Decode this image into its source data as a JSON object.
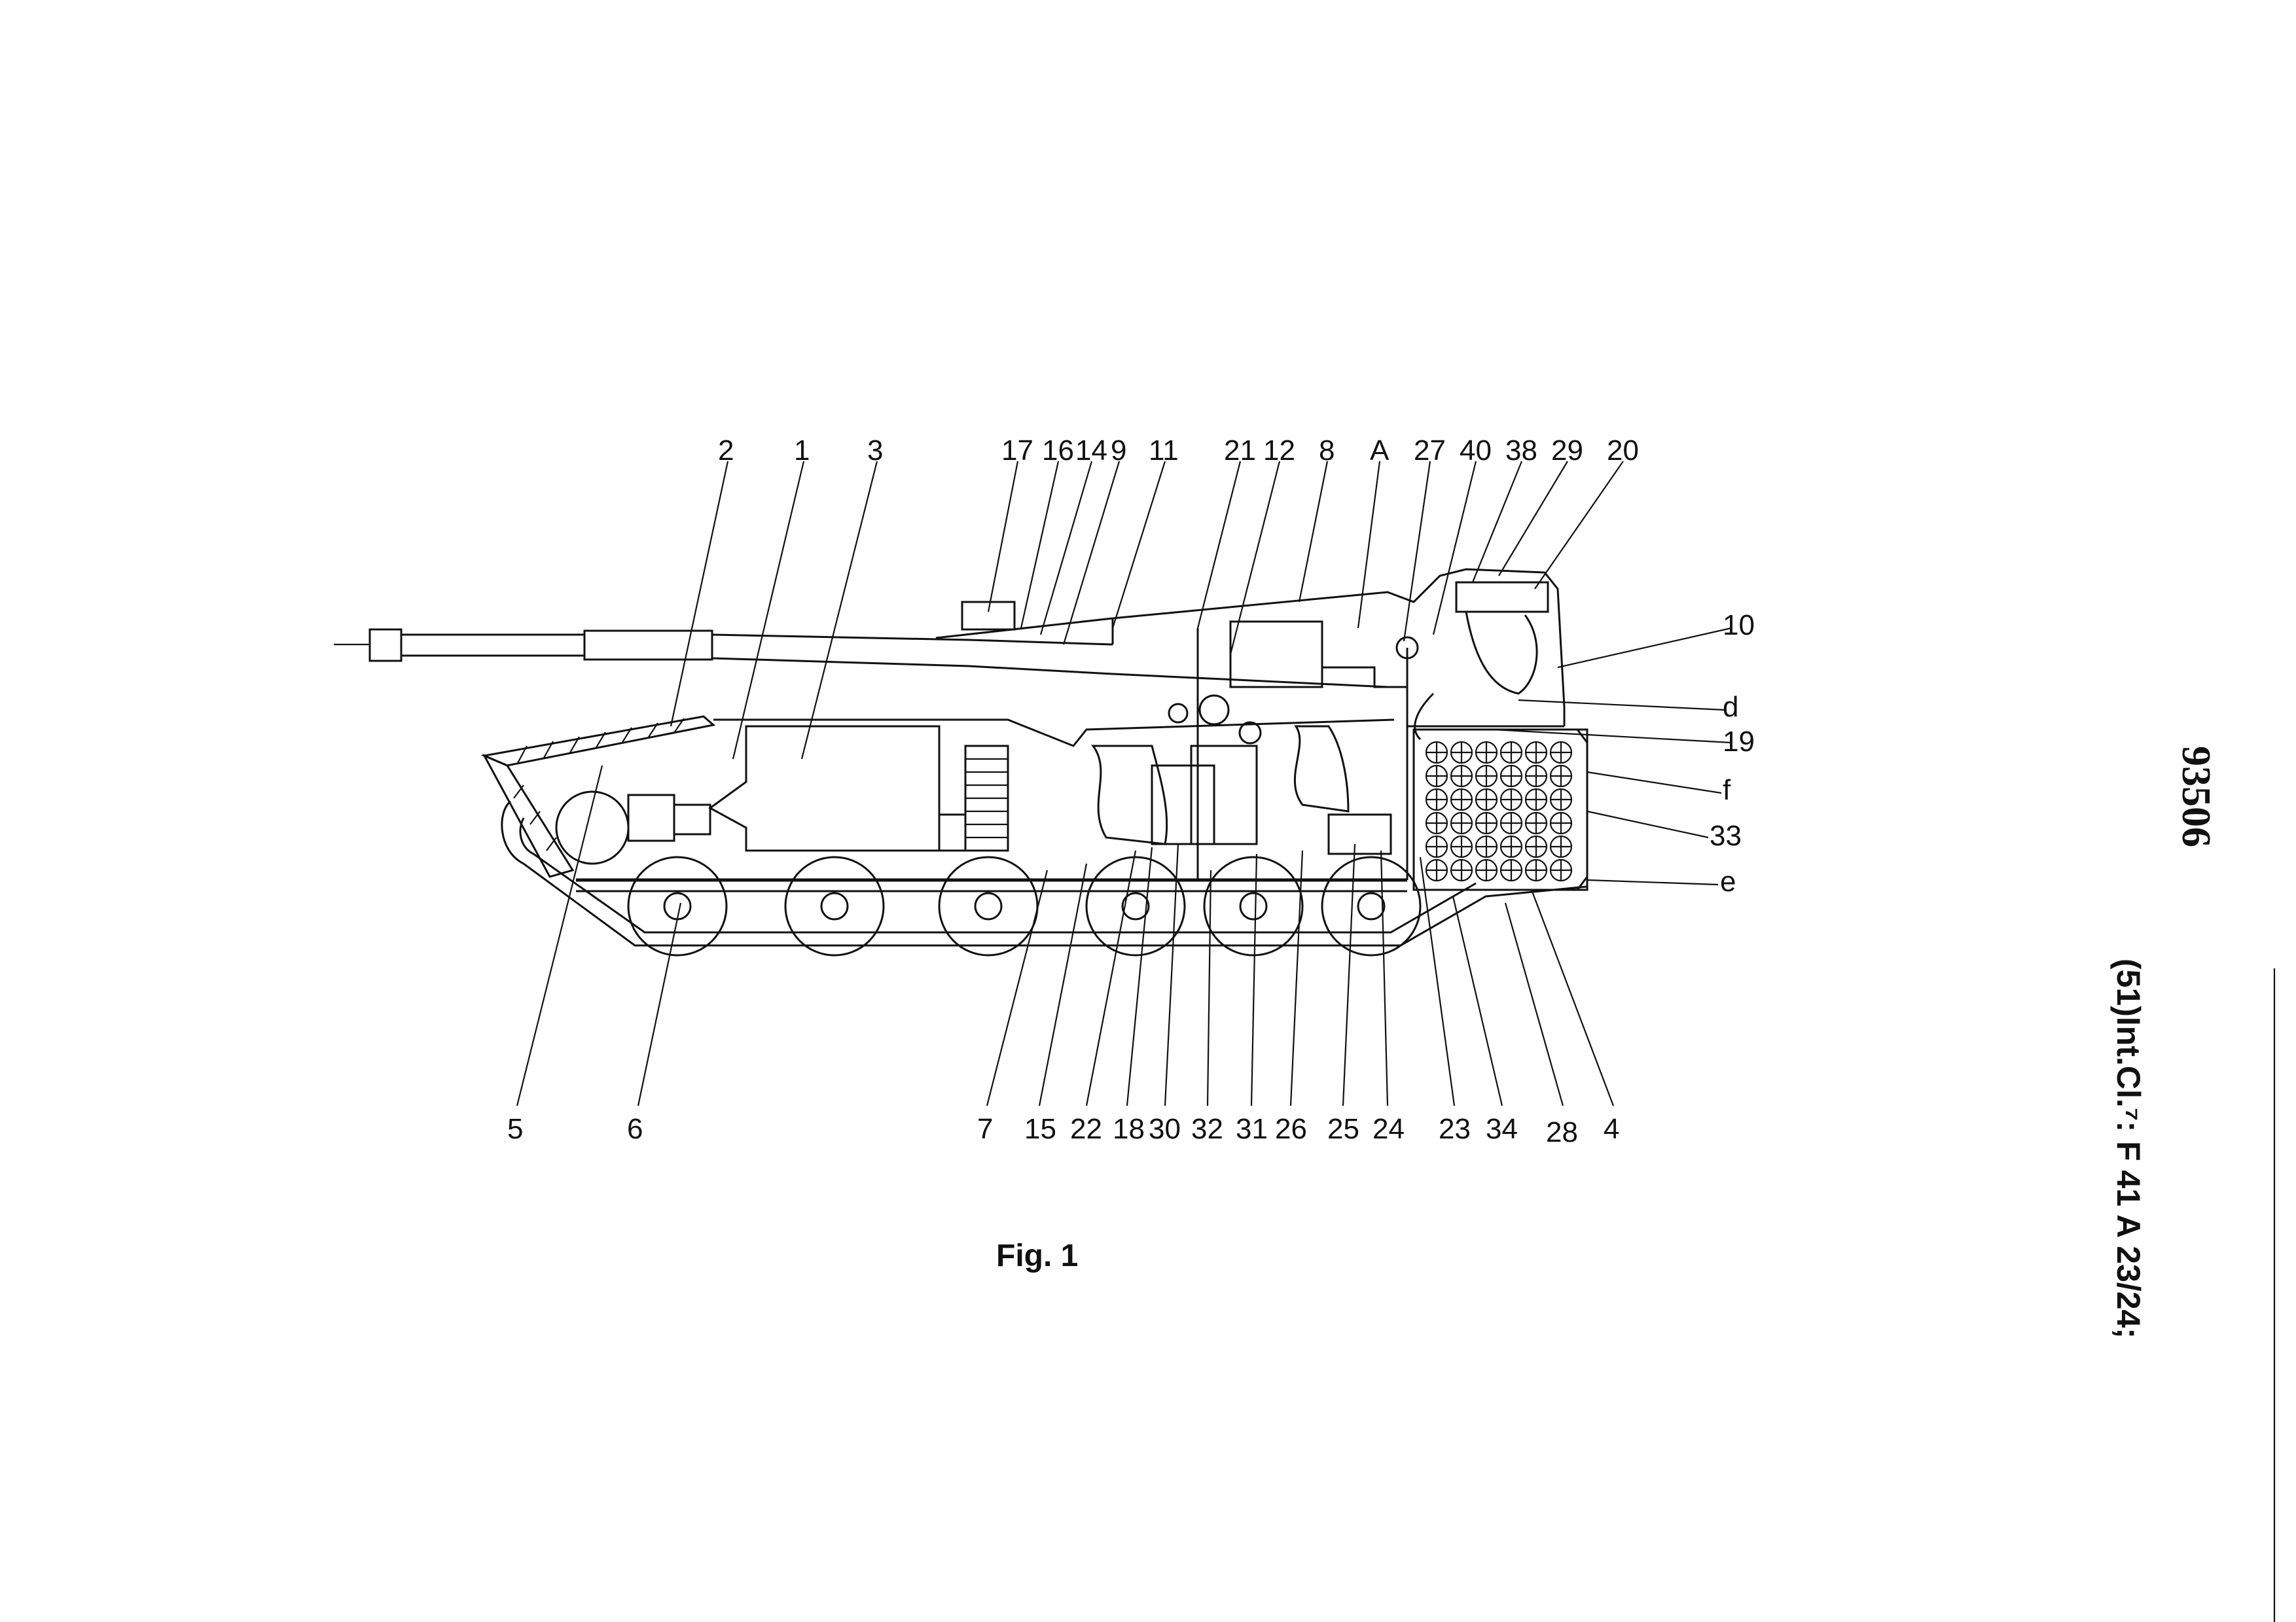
{
  "document": {
    "patent_number": "93506",
    "classification": "(51)Int.Cl.⁷: F 41 A 23/24;",
    "figure_caption": "Fig. 1"
  },
  "labels_top": [
    "2",
    "1",
    "3",
    "17",
    "16",
    "14",
    "9",
    "11",
    "21",
    "12",
    "8",
    "A",
    "27",
    "40",
    "38",
    "29",
    "20"
  ],
  "labels_right": [
    "10",
    "d",
    "19",
    "f",
    "33",
    "e"
  ],
  "labels_bottom": [
    "5",
    "6",
    "7",
    "15",
    "22",
    "18",
    "30",
    "32",
    "31",
    "26",
    "25",
    "24",
    "23",
    "34",
    "28",
    "4"
  ]
}
